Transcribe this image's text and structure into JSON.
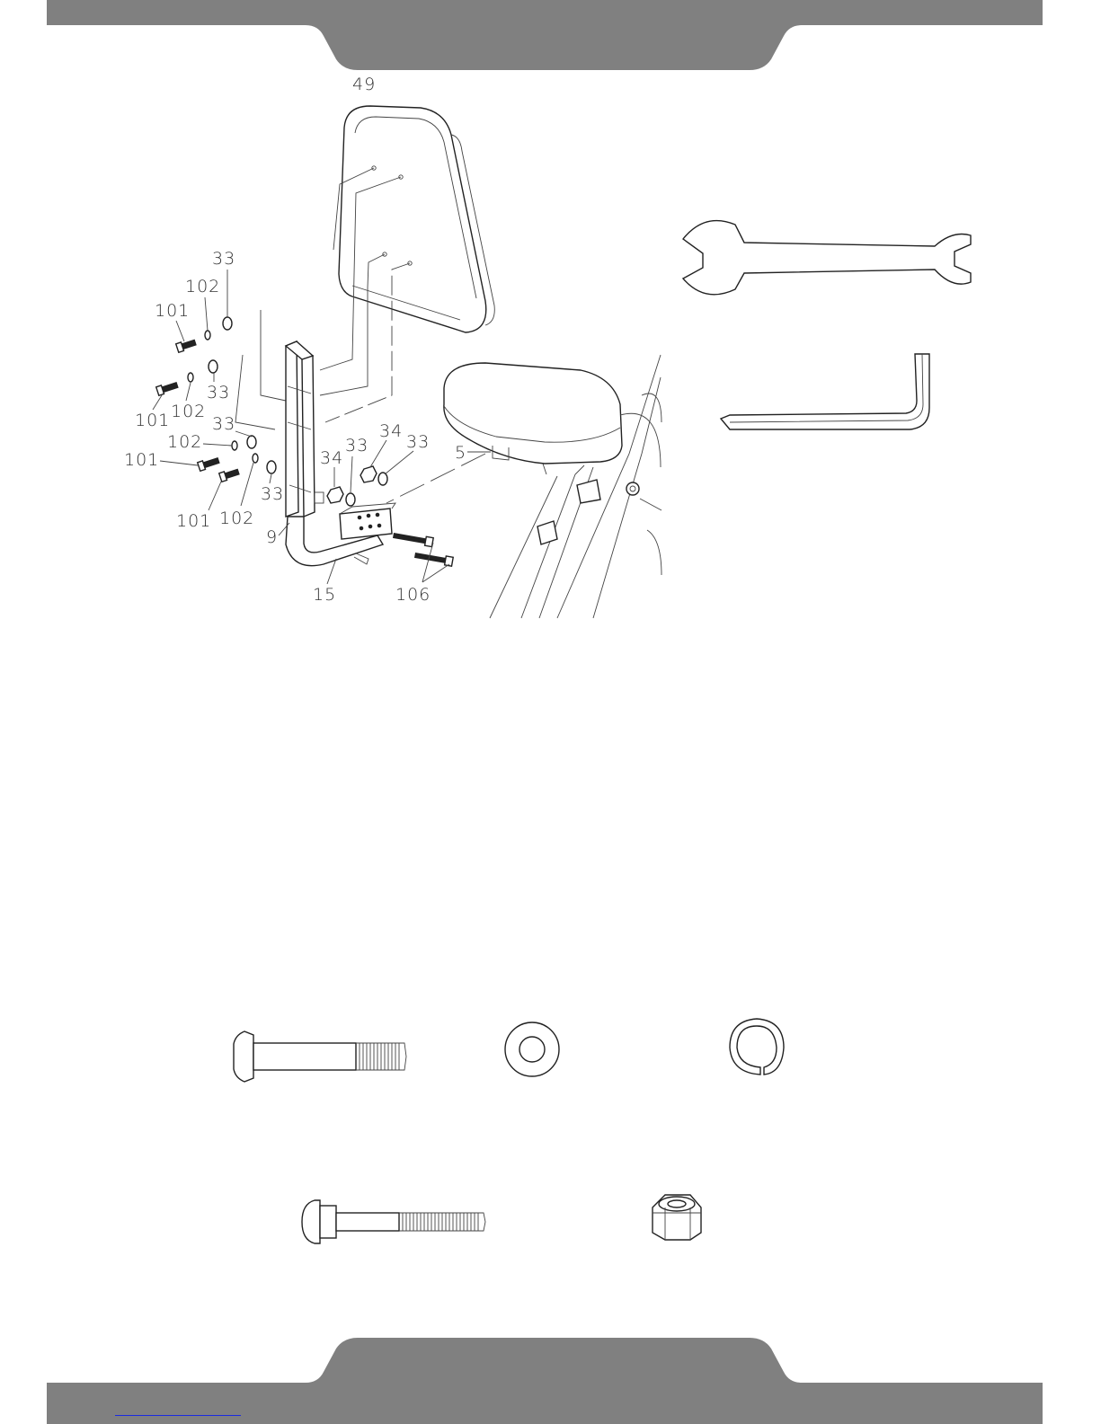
{
  "diagram": {
    "callouts": {
      "backrest": "49",
      "seat_post": "5",
      "bracket": "9",
      "slider": "15",
      "bolt_101": "101",
      "washer_102": "102",
      "washer_33": "33",
      "nut_34": "34",
      "bolt_106": "106"
    }
  },
  "colors": {
    "band": "#808080",
    "line": "#222222",
    "footer_link": "#1a2be0"
  },
  "tools": [
    "open-end-wrench",
    "allen-key"
  ],
  "hardware": [
    "button-head-bolt",
    "flat-washer",
    "split-lock-washer",
    "flange-bolt",
    "nylon-lock-nut"
  ]
}
